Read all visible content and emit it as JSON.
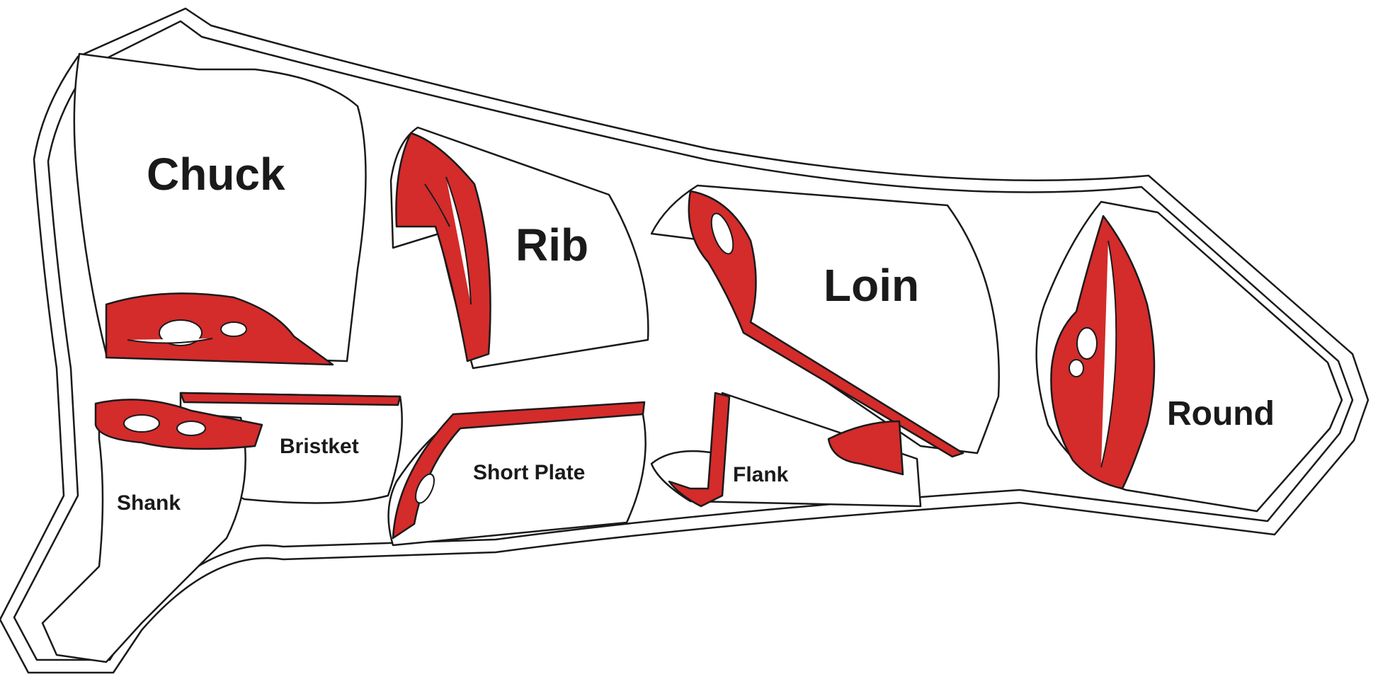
{
  "colors": {
    "meat": "#d42b2b",
    "outline": "#1a1a1a",
    "background": "#ffffff"
  },
  "cuts": {
    "chuck": "Chuck",
    "rib": "Rib",
    "loin": "Loin",
    "round": "Round",
    "brisket": "Bristket",
    "shank": "Shank",
    "short_plate": "Short Plate",
    "flank": "Flank"
  }
}
